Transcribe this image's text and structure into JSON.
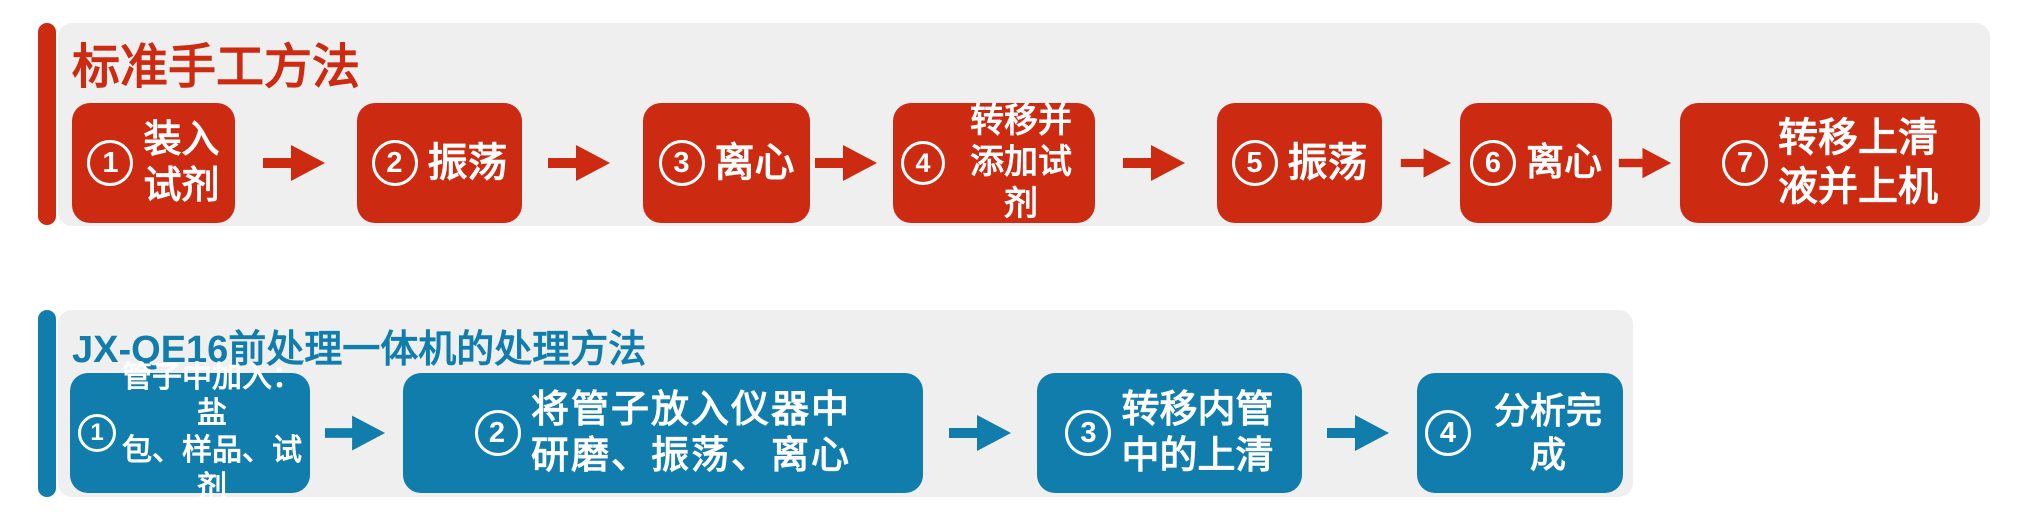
{
  "colors": {
    "red": "#CD2A12",
    "blue": "#107DAC",
    "panel": "#EFEFEF"
  },
  "manual": {
    "title": "标准手工方法",
    "steps": [
      {
        "num": "1",
        "lines": [
          "装入",
          "试剂"
        ]
      },
      {
        "num": "2",
        "lines": [
          "振荡"
        ]
      },
      {
        "num": "3",
        "lines": [
          "离心"
        ]
      },
      {
        "num": "4",
        "lines": [
          "转移并",
          "添加试剂"
        ]
      },
      {
        "num": "5",
        "lines": [
          "振荡"
        ]
      },
      {
        "num": "6",
        "lines": [
          "离心"
        ]
      },
      {
        "num": "7",
        "lines": [
          "转移上清",
          "液并上机"
        ]
      }
    ]
  },
  "machine": {
    "title": "JX-QE16前处理一体机的处理方法",
    "steps": [
      {
        "num": "1",
        "lines": [
          "管子中加入：盐",
          "包、样品、试剂"
        ]
      },
      {
        "num": "2",
        "lines": [
          "将管子放入仪器中",
          "研磨、振荡、离心"
        ]
      },
      {
        "num": "3",
        "lines": [
          "转移内管",
          "中的上清"
        ]
      },
      {
        "num": "4",
        "lines": [
          "分析完成"
        ]
      }
    ]
  }
}
